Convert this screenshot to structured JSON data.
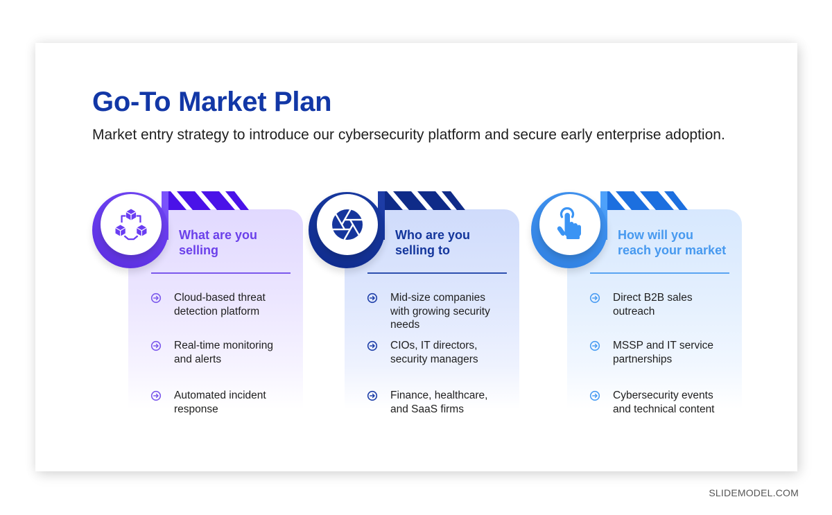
{
  "slide": {
    "title": "Go-To Market Plan",
    "subtitle": "Market entry strategy to introduce our cybersecurity platform and secure early enterprise adoption."
  },
  "colors": {
    "title": "#1237a6",
    "card1_accent": "#6a3df2",
    "card2_accent": "#15359c",
    "card3_accent": "#3b8ff0"
  },
  "cards": [
    {
      "icon": "network-blocks-icon",
      "title_lines": [
        "What are you",
        "selling"
      ],
      "items": [
        {
          "lines": [
            "Cloud-based threat",
            "detection platform"
          ]
        },
        {
          "lines": [
            "Real-time monitoring",
            "and alerts"
          ]
        },
        {
          "lines": [
            "Automated incident",
            "response"
          ]
        }
      ]
    },
    {
      "icon": "aperture-icon",
      "title_lines": [
        "Who are you",
        "selling to"
      ],
      "items": [
        {
          "lines": [
            "Mid-size companies",
            "with growing security",
            "needs"
          ]
        },
        {
          "lines": [
            "CIOs, IT directors,",
            "security managers"
          ]
        },
        {
          "lines": [
            "Finance, healthcare,",
            "and SaaS firms"
          ]
        }
      ]
    },
    {
      "icon": "hand-pointer-icon",
      "title_lines": [
        "How will you",
        "reach your market"
      ],
      "items": [
        {
          "lines": [
            "Direct B2B sales",
            "outreach"
          ]
        },
        {
          "lines": [
            "MSSP and IT service",
            "partnerships"
          ]
        },
        {
          "lines": [
            "Cybersecurity events",
            "and technical content"
          ]
        }
      ]
    }
  ],
  "footer": {
    "brand": "SLIDEMODEL.COM"
  }
}
